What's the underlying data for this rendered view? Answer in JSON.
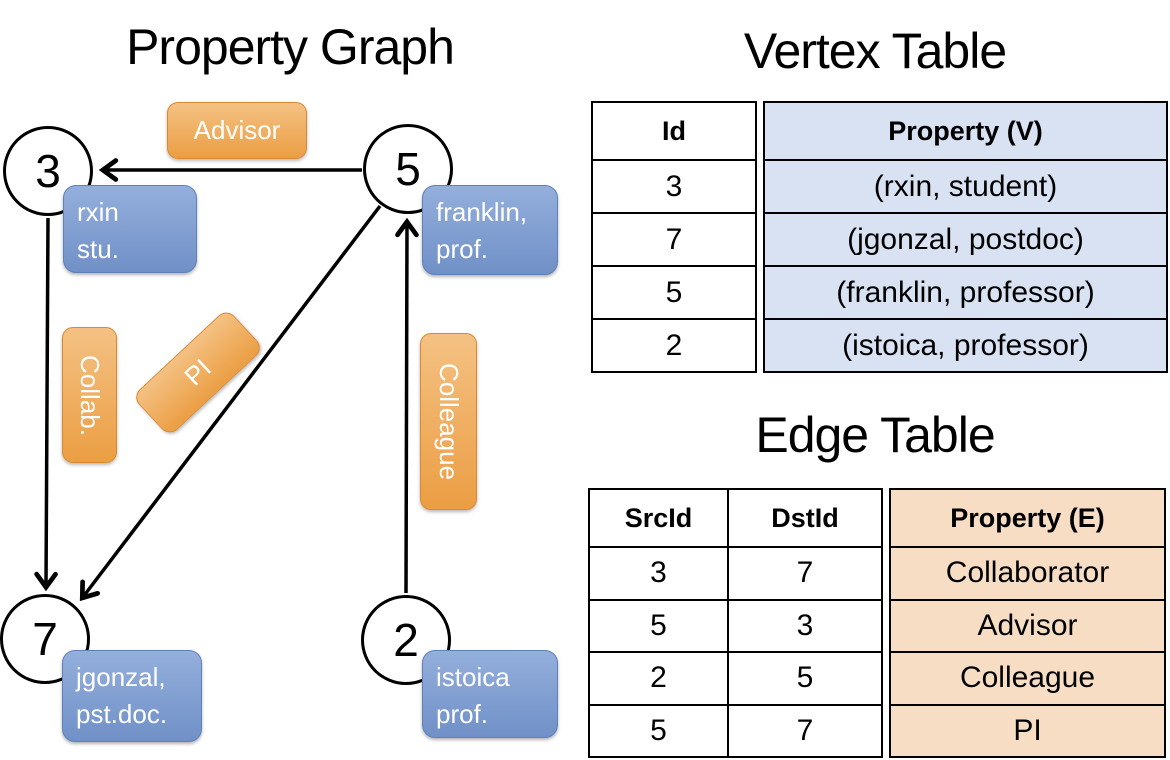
{
  "titles": {
    "graph": "Property Graph",
    "vertex": "Vertex Table",
    "edge": "Edge Table"
  },
  "colors": {
    "edge_label_orange": "#EB9E43",
    "vertex_box_blue": "#7E9CD0",
    "vertex_table_fill": "#D9E2F3",
    "edge_table_fill": "#F7DDC3",
    "line_black": "#000000"
  },
  "graph": {
    "nodes": [
      {
        "id": "3"
      },
      {
        "id": "5"
      },
      {
        "id": "7"
      },
      {
        "id": "2"
      }
    ],
    "vertex_labels": [
      {
        "line1": "rxin",
        "line2": "stu."
      },
      {
        "line1": "franklin,",
        "line2": "prof."
      },
      {
        "line1": "jgonzal,",
        "line2": "pst.doc."
      },
      {
        "line1": "istoica",
        "line2": "prof."
      }
    ],
    "edge_labels": [
      {
        "text": "Advisor"
      },
      {
        "text": "Collab."
      },
      {
        "text": "PI"
      },
      {
        "text": "Colleague"
      }
    ]
  },
  "vertex_table": {
    "headers": {
      "id": "Id",
      "property": "Property (V)"
    },
    "rows": [
      {
        "id": "3",
        "property": "(rxin, student)"
      },
      {
        "id": "7",
        "property": "(jgonzal, postdoc)"
      },
      {
        "id": "5",
        "property": "(franklin, professor)"
      },
      {
        "id": "2",
        "property": "(istoica, professor)"
      }
    ]
  },
  "edge_table": {
    "headers": {
      "src": "SrcId",
      "dst": "DstId",
      "property": "Property (E)"
    },
    "rows": [
      {
        "src": "3",
        "dst": "7",
        "property": "Collaborator"
      },
      {
        "src": "5",
        "dst": "3",
        "property": "Advisor"
      },
      {
        "src": "2",
        "dst": "5",
        "property": "Colleague"
      },
      {
        "src": "5",
        "dst": "7",
        "property": "PI"
      }
    ]
  }
}
